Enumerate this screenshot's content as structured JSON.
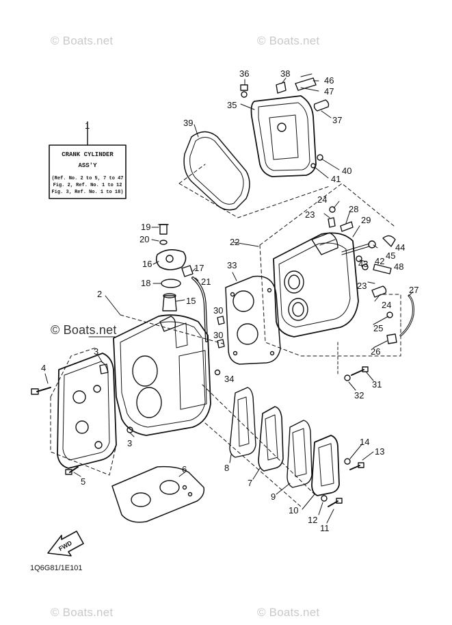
{
  "watermarks": {
    "top_left": "© Boats.net",
    "top_right": "© Boats.net",
    "middle": "© Boats.net",
    "bottom_left": "© Boats.net",
    "bottom_right": "© Boats.net"
  },
  "label_box": {
    "line1": "CRANK CYLINDER",
    "line2": "ASS'Y",
    "ref1": "(Ref. No. 2 to 5, 7 to 47",
    "ref2": "Fig. 2, Ref. No. 1 to 12",
    "ref3": "Fig. 3, Ref. No. 1 to 18)"
  },
  "fwd_arrow": "FWD",
  "diagram_code": "1Q6G81/1E101",
  "callouts": {
    "c1": "1",
    "c2": "2",
    "c3a": "3",
    "c3b": "3",
    "c4": "4",
    "c5": "5",
    "c6": "6",
    "c7": "7",
    "c8": "8",
    "c9": "9",
    "c10": "10",
    "c11": "11",
    "c12": "12",
    "c13": "13",
    "c14": "14",
    "c15": "15",
    "c16": "16",
    "c17": "17",
    "c18": "18",
    "c19": "19",
    "c20": "20",
    "c21": "21",
    "c22": "22",
    "c23a": "23",
    "c23b": "23",
    "c24a": "24",
    "c24b": "24",
    "c25": "25",
    "c26": "26",
    "c27": "27",
    "c28": "28",
    "c29": "29",
    "c30a": "30",
    "c30b": "30",
    "c31": "31",
    "c32": "32",
    "c33": "33",
    "c34": "34",
    "c35": "35",
    "c36": "36",
    "c37": "37",
    "c38": "38",
    "c39": "39",
    "c40": "40",
    "c41": "41",
    "c42": "42",
    "c43": "43",
    "c44": "44",
    "c45": "45",
    "c46": "46",
    "c47": "47",
    "c48": "48"
  }
}
